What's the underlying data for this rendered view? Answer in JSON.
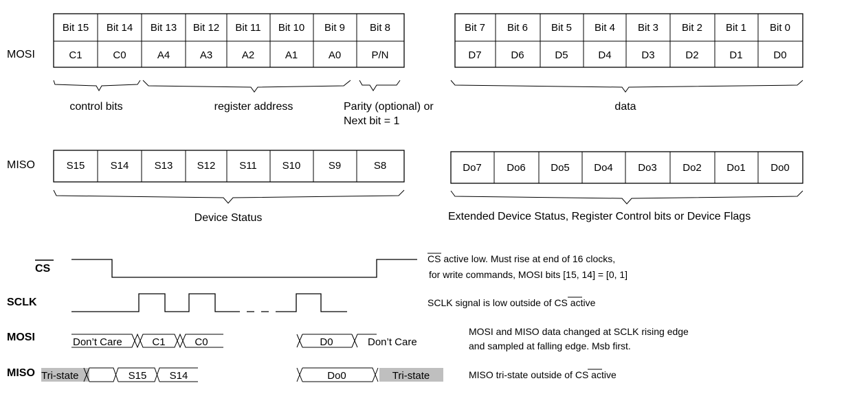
{
  "mosi_label": "MOSI",
  "miso_label": "MISO",
  "mosi_high_bits": [
    "Bit 15",
    "Bit 14",
    "Bit 13",
    "Bit 12",
    "Bit 11",
    "Bit 10",
    "Bit 9",
    "Bit 8"
  ],
  "mosi_high_values": [
    "C1",
    "C0",
    "A4",
    "A3",
    "A2",
    "A1",
    "A0",
    "P/N"
  ],
  "mosi_low_bits": [
    "Bit 7",
    "Bit 6",
    "Bit 5",
    "Bit 4",
    "Bit 3",
    "Bit 2",
    "Bit 1",
    "Bit 0"
  ],
  "mosi_low_values": [
    "D7",
    "D6",
    "D5",
    "D4",
    "D3",
    "D2",
    "D1",
    "D0"
  ],
  "brace_labels": {
    "control": "control bits",
    "address": "register address",
    "parity_line1": "Parity (optional) or",
    "parity_line2": "Next bit = 1",
    "data": "data",
    "device_status": "Device Status",
    "extended": "Extended Device Status, Register Control bits or Device Flags"
  },
  "miso_high_values": [
    "S15",
    "S14",
    "S13",
    "S12",
    "S11",
    "S10",
    "S9",
    "S8"
  ],
  "miso_low_values": [
    "Do7",
    "Do6",
    "Do5",
    "Do4",
    "Do3",
    "Do2",
    "Do1",
    "Do0"
  ],
  "timing": {
    "cs_label": "CS",
    "sclk_label": "SCLK",
    "mosi_label": "MOSI",
    "miso_label": "MISO",
    "mosi_dont_care_left": "Don’t Care",
    "mosi_c1": "C1",
    "mosi_c0": "C0",
    "mosi_d0": "D0",
    "mosi_dont_care_right": "Don’t Care",
    "miso_tristate_left": "Tri-state",
    "miso_s15": "S15",
    "miso_s14": "S14",
    "miso_do0": "Do0",
    "miso_tristate_right": "Tri-state",
    "tristate_fill": "#bfbfbf"
  },
  "notes": {
    "cs_line1_overbar": "CS",
    "cs_line1_rest": " active low. Must rise at end of 16 clocks,",
    "cs_line2": "for write commands, MOSI bits [15, 14] = [0, 1]",
    "sclk_pre": "SCLK signal is low outside of ",
    "sclk_overbar": "CS",
    "sclk_post": " active",
    "mosi_line1": "MOSI and MISO data changed at SCLK rising edge",
    "mosi_line2": "and sampled at falling edge. Msb first.",
    "miso_pre": "MISO tri-state outside of ",
    "miso_overbar": "CS",
    "miso_post": " active"
  }
}
